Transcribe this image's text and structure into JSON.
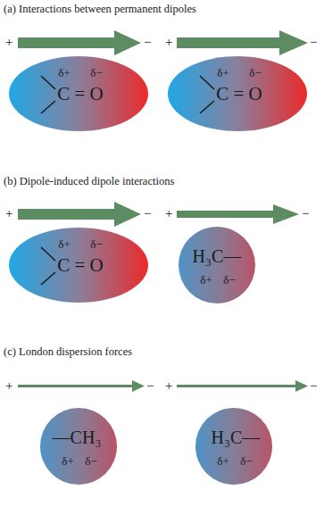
{
  "diagram": {
    "nodes": [
      {
        "text": [
          "δ+",
          "δ−",
          "C = O"
        ]
      },
      {
        "text": [
          "δ+",
          "δ−",
          "C = O"
        ]
      },
      {
        "text": [
          "δ+",
          "δ−",
          "C = O"
        ]
      },
      {
        "text": [
          "H₃C—",
          "δ+",
          "δ−"
        ]
      },
      {
        "text": [
          "—CH₃",
          "δ+",
          "δ−"
        ]
      },
      {
        "text": [
          "H₃C—",
          "δ+",
          "δ−"
        ]
      }
    ],
    "labels": [
      "(a) Interactions between permanent dipoles",
      "+",
      "−",
      "+",
      "−",
      "(b) Dipole-induced dipole interactions",
      "+",
      "−",
      "+",
      "−",
      "(c) London dispersion forces",
      "+",
      "−",
      "+",
      "−"
    ]
  }
}
